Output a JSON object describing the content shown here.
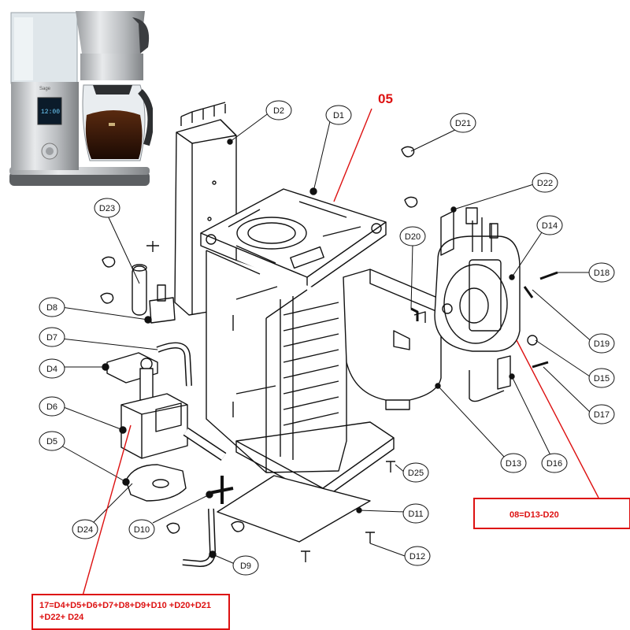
{
  "product_photo": {
    "brand_mark": "Sage",
    "display_readout": "12:00"
  },
  "main_callout": "05",
  "callouts": [
    {
      "id": "D1"
    },
    {
      "id": "D2"
    },
    {
      "id": "D4"
    },
    {
      "id": "D5"
    },
    {
      "id": "D6"
    },
    {
      "id": "D7"
    },
    {
      "id": "D8"
    },
    {
      "id": "D9"
    },
    {
      "id": "D10"
    },
    {
      "id": "D11"
    },
    {
      "id": "D12"
    },
    {
      "id": "D13"
    },
    {
      "id": "D14"
    },
    {
      "id": "D15"
    },
    {
      "id": "D16"
    },
    {
      "id": "D17"
    },
    {
      "id": "D18"
    },
    {
      "id": "D19"
    },
    {
      "id": "D20"
    },
    {
      "id": "D21"
    },
    {
      "id": "D22"
    },
    {
      "id": "D23"
    },
    {
      "id": "D24"
    },
    {
      "id": "D25"
    }
  ],
  "notes": {
    "heater_group": "08=D13-D20",
    "pump_group": "17=D4+D5+D6+D7+D8+D9+D10 +D20+D21\n+D22+ D24"
  },
  "colors": {
    "line": "#111111",
    "accent": "#d11111"
  }
}
